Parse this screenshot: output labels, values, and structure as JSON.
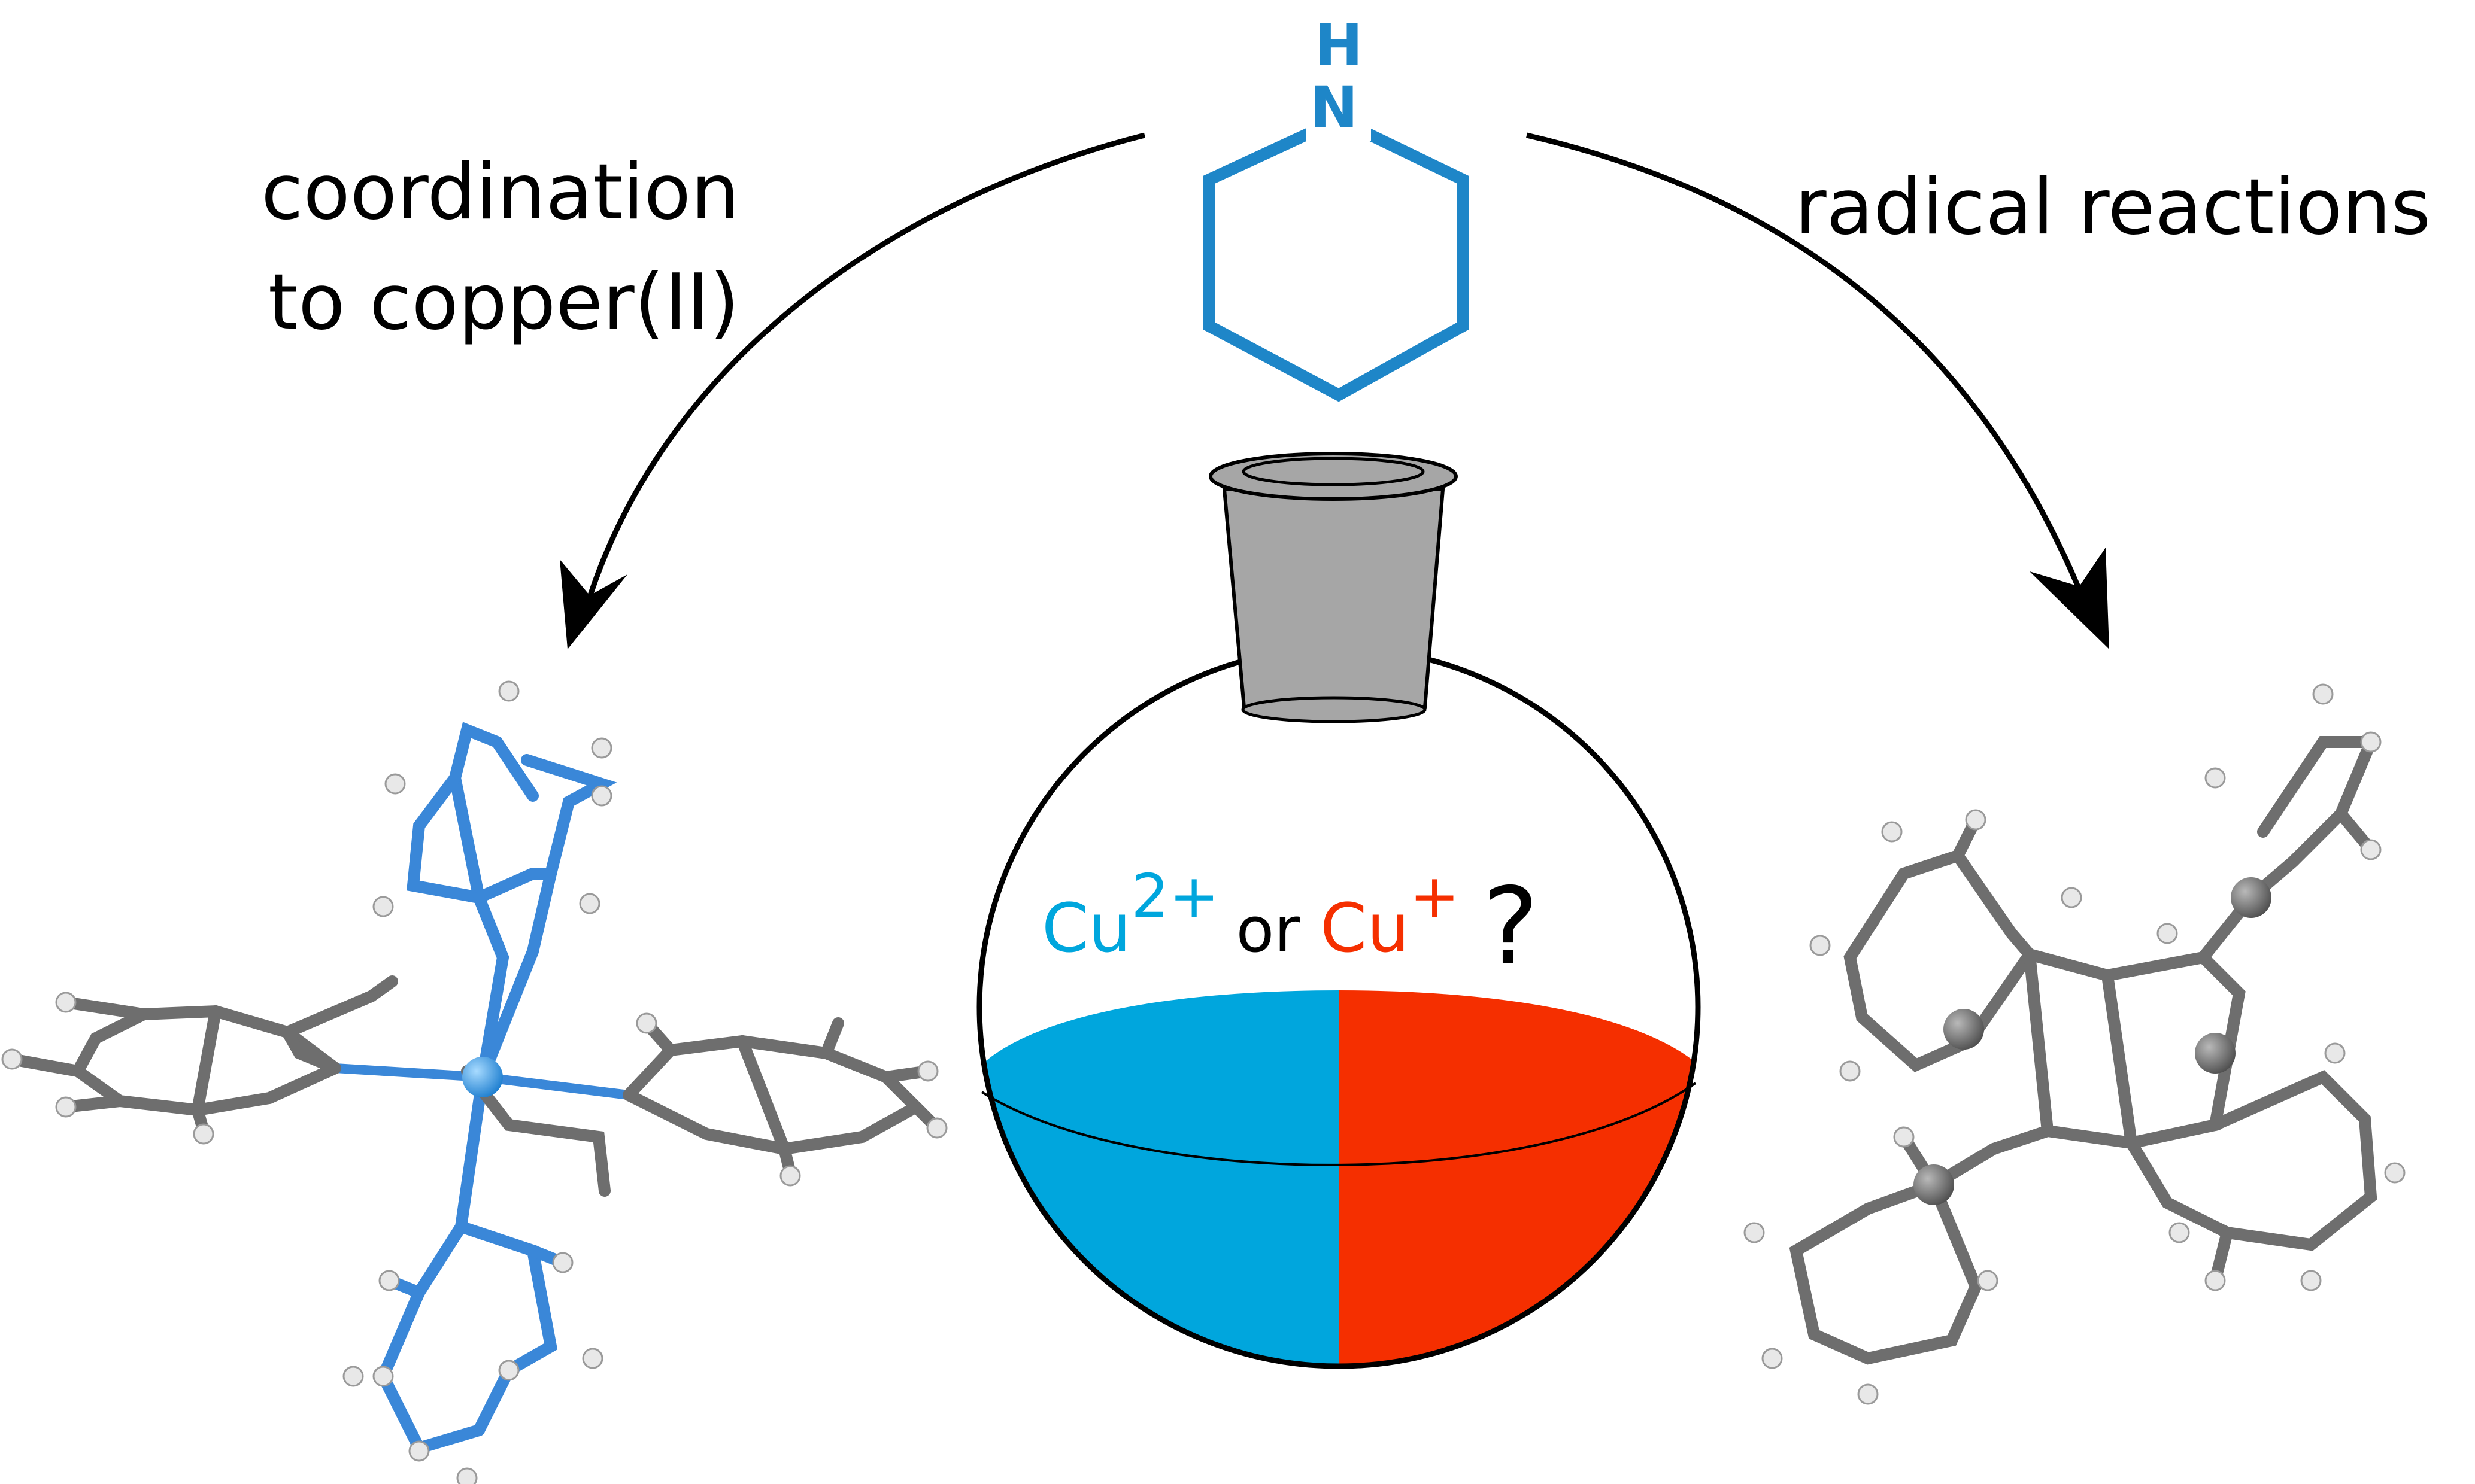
{
  "labels": {
    "left_line1": "coordination",
    "left_line2": "to copper(II)",
    "right": "radical reactions"
  },
  "piperidine": {
    "atom_h": "H",
    "atom_n": "N",
    "color": "#1e86c8"
  },
  "flask": {
    "cu2_text": "Cu",
    "cu2_charge": "2+",
    "or_text": "or",
    "cu1_text": "Cu",
    "cu1_charge": "+",
    "question": "?",
    "colors": {
      "cu2": "#00a6dd",
      "cu1": "#f52f00",
      "stopper": "#a6a6a6",
      "outline": "#000000"
    }
  },
  "molecules": {
    "left": "copper(II) complex with two piperidine ligands (ball-and-stick)",
    "right": "radical reaction product (ball-and-stick)"
  }
}
